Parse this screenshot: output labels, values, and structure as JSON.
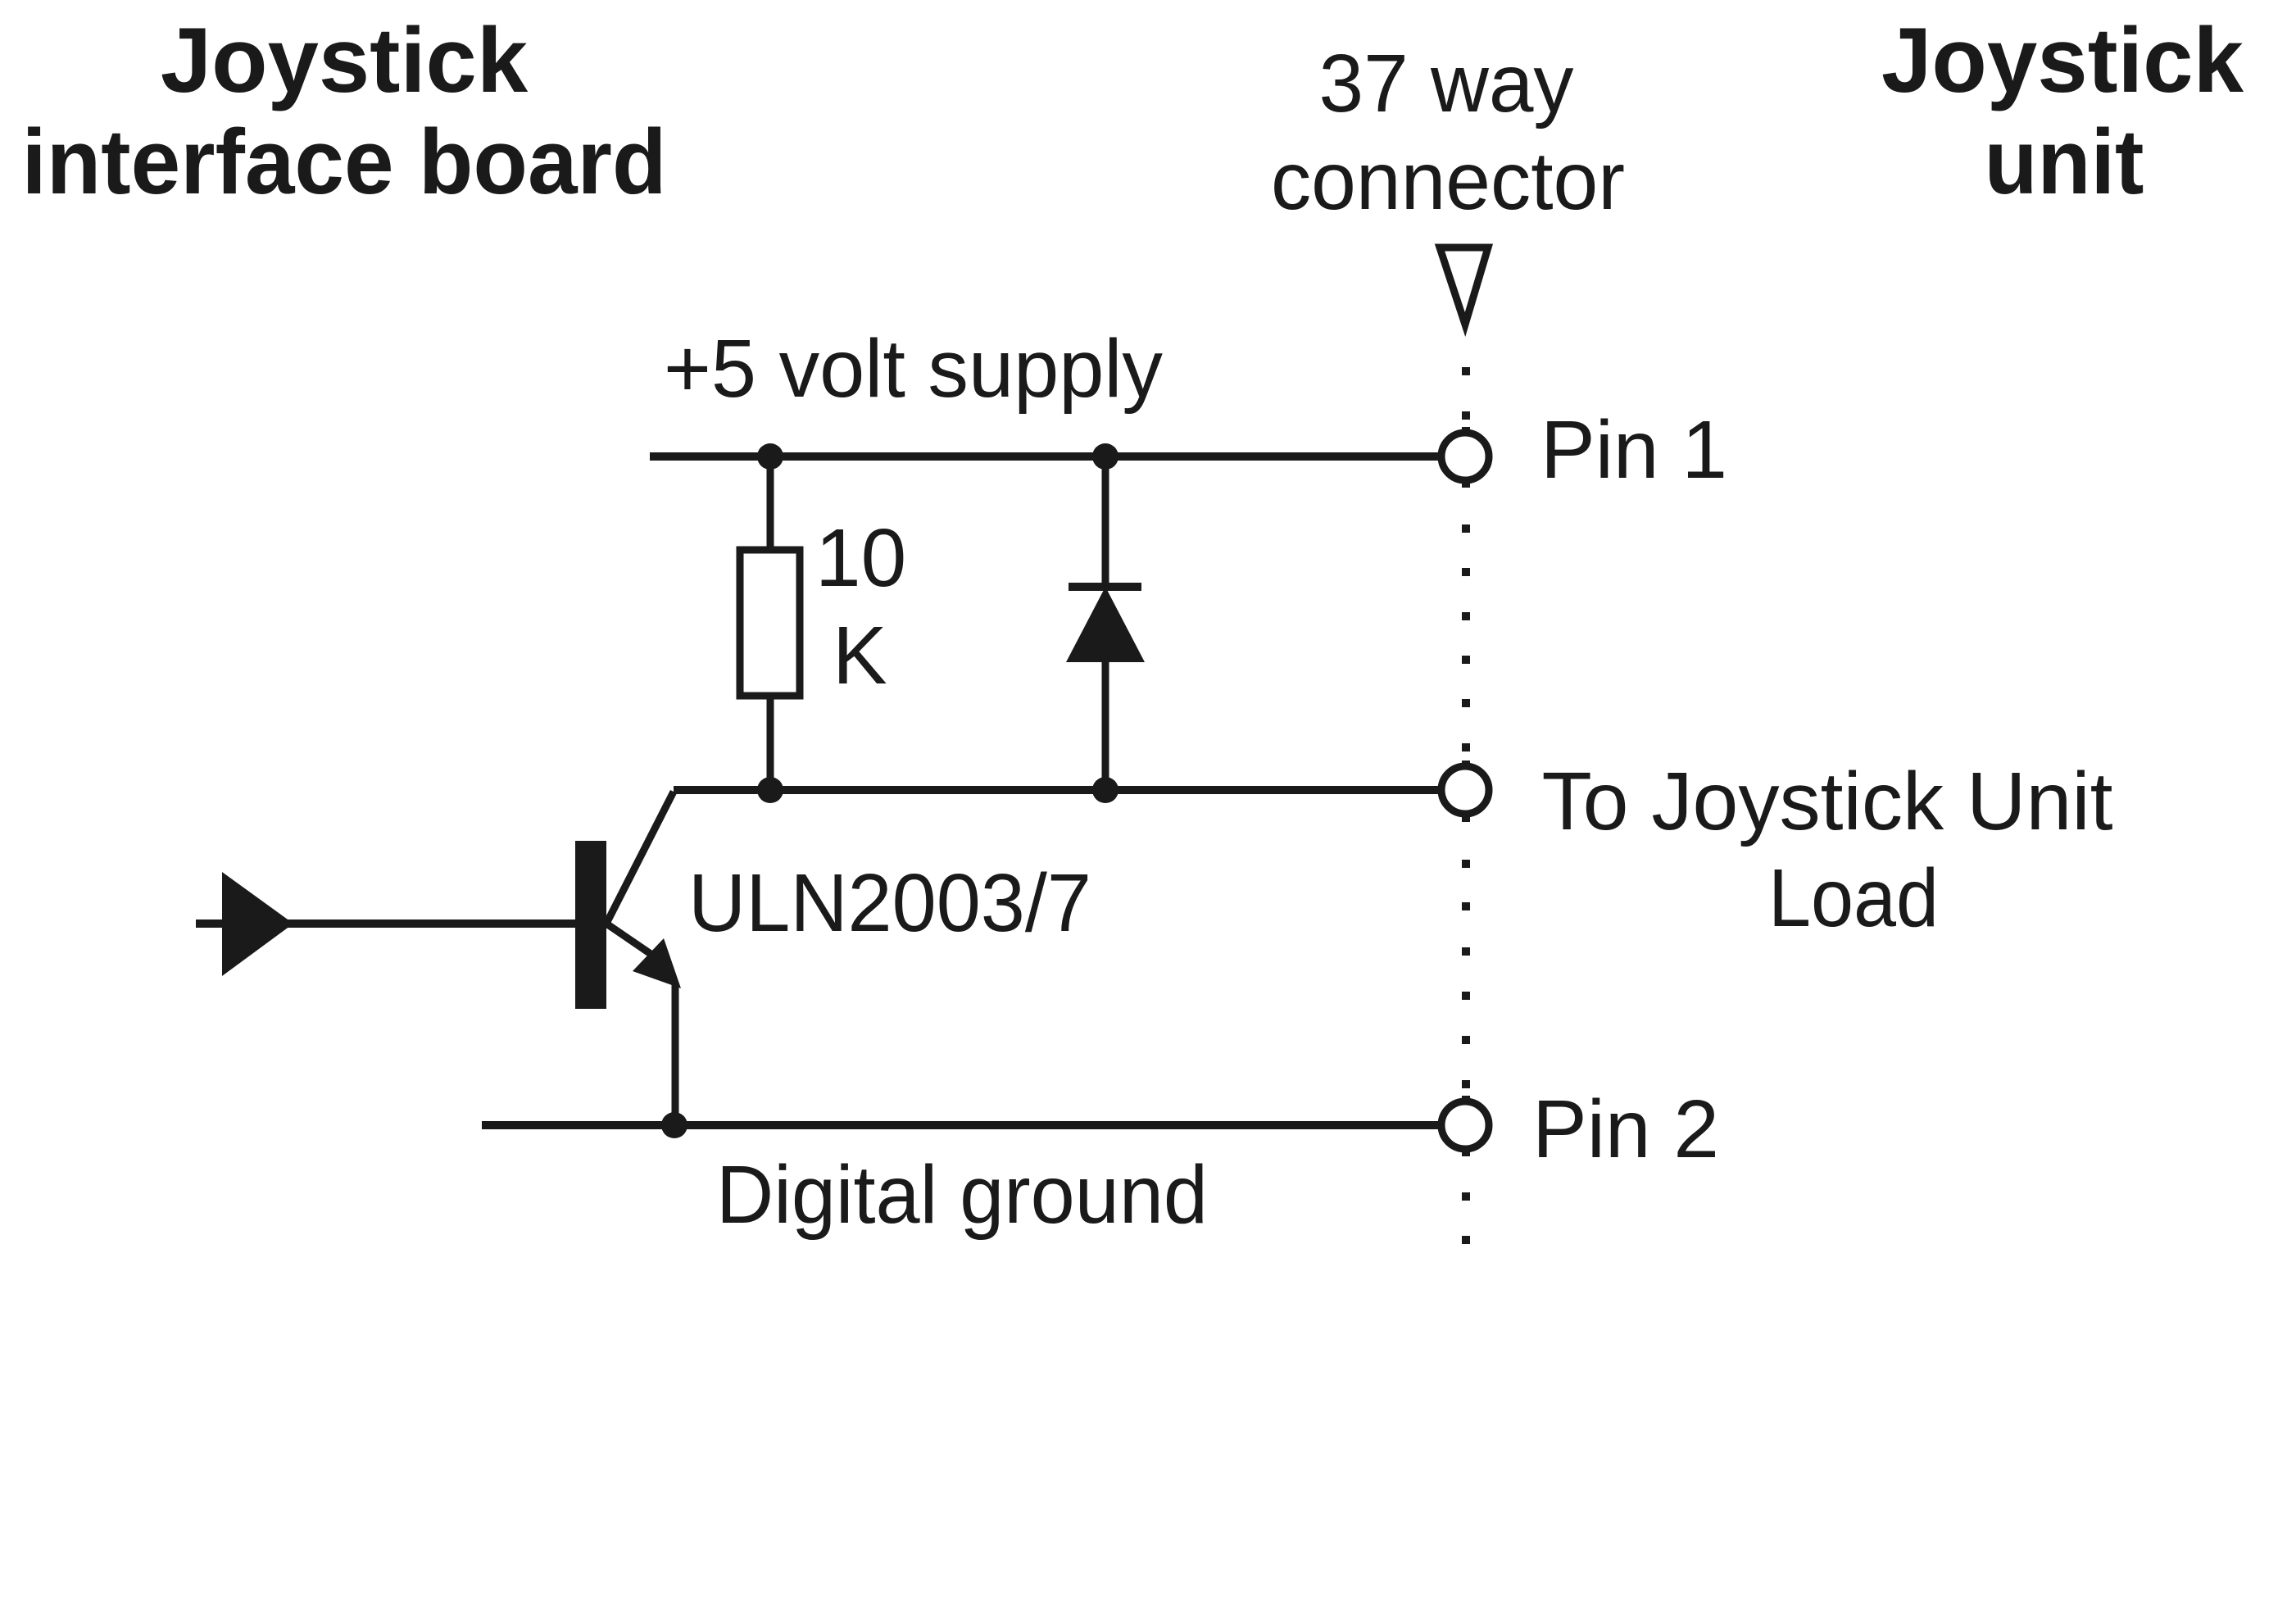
{
  "headings": {
    "left": {
      "line1": "Joystick",
      "line2": "interface board"
    },
    "connector": {
      "line1": "37 way",
      "line2": "connector"
    },
    "right": {
      "line1": "Joystick",
      "line2": "unit"
    }
  },
  "nets": {
    "supply": "+5 volt supply",
    "ground": "Digital ground"
  },
  "components": {
    "resistor": {
      "value_line1": "10",
      "value_line2": "K",
      "ohms": 10000
    },
    "transistor": {
      "part": "ULN2003/7",
      "type": "NPN (Darlington driver)"
    },
    "diode": {
      "type": "clamp diode"
    }
  },
  "pins": [
    {
      "label_line1": "Pin 1",
      "label_line2": "",
      "net": "+5 volt supply"
    },
    {
      "label_line1": "To Joystick Unit",
      "label_line2": "Load",
      "net": "collector"
    },
    {
      "label_line1": "Pin 2",
      "label_line2": "",
      "net": "Digital ground"
    }
  ],
  "colors": {
    "ink": "#1a1a1a",
    "background": "#ffffff"
  }
}
